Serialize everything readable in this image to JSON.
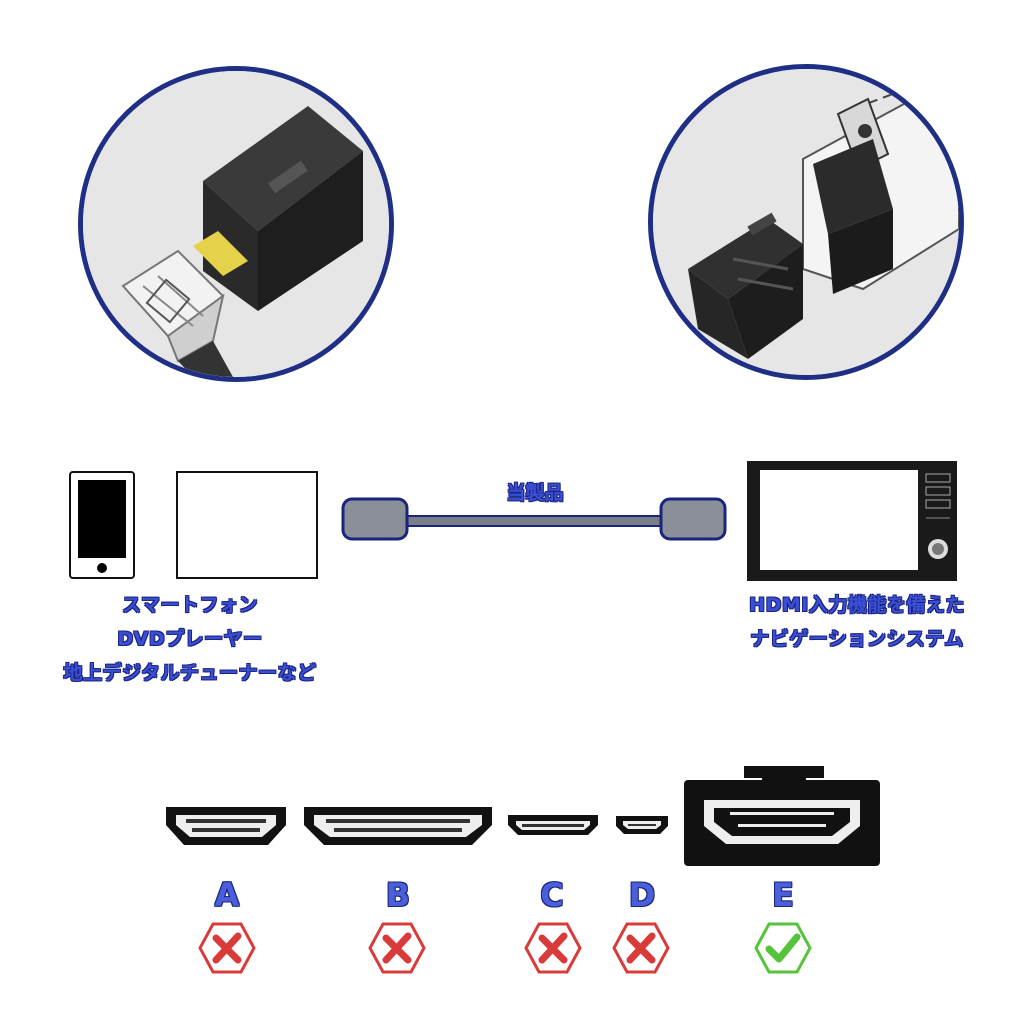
{
  "cable_label": "当製品",
  "source_devices": [
    "スマートフォン",
    "DVDプレーヤー",
    "地上デジタルチューナーなど"
  ],
  "target_device": [
    "HDMI入力機能を備えた",
    "ナビゲーションシステム"
  ],
  "connector_types": [
    {
      "letter": "A",
      "status": "incompatible"
    },
    {
      "letter": "B",
      "status": "incompatible"
    },
    {
      "letter": "C",
      "status": "incompatible"
    },
    {
      "letter": "D",
      "status": "incompatible"
    },
    {
      "letter": "E",
      "status": "compatible"
    }
  ],
  "colors": {
    "accent_blue": "#3b4fd6",
    "ring_navy": "#1f2f86",
    "cross_red": "#d93b3b",
    "check_green": "#56c43a"
  },
  "icons": {
    "incompatible": "cross-icon",
    "compatible": "check-icon"
  }
}
